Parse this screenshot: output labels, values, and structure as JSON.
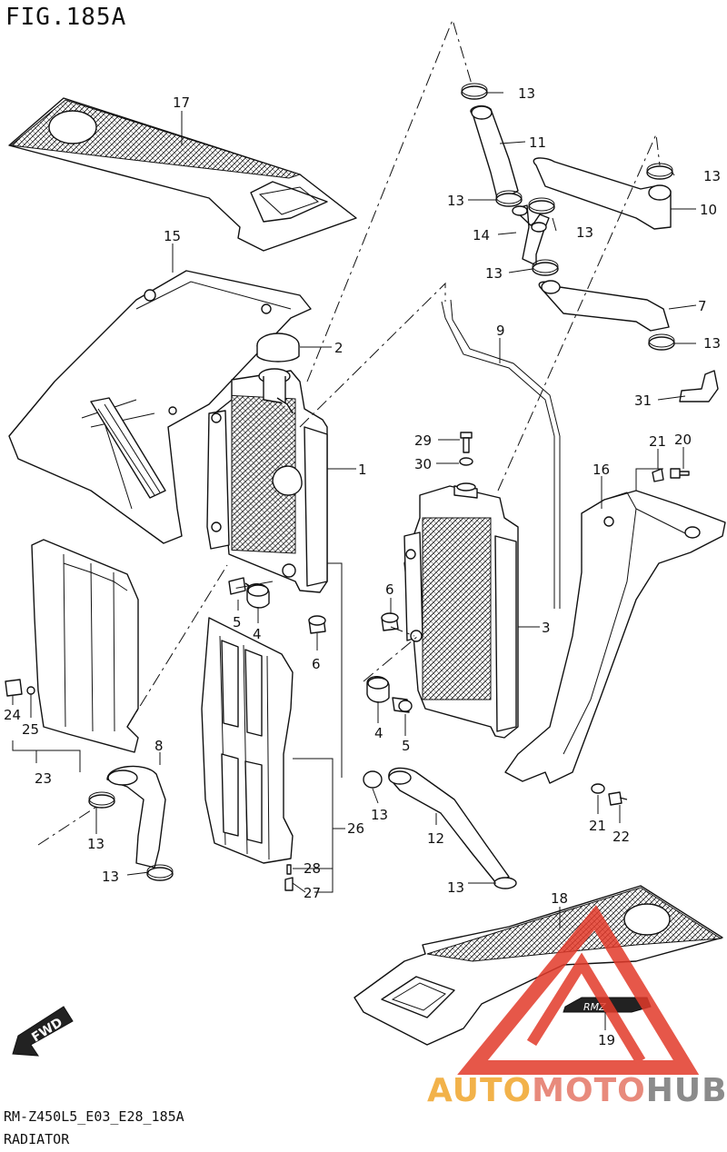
{
  "figure": {
    "title": "FIG.185A",
    "code": "RM-Z450L5_E03_E28_185A",
    "name": "RADIATOR"
  },
  "callouts": [
    {
      "id": "c17",
      "label": "17"
    },
    {
      "id": "c15",
      "label": "15"
    },
    {
      "id": "c2",
      "label": "2"
    },
    {
      "id": "c1",
      "label": "1"
    },
    {
      "id": "c5a",
      "label": "5"
    },
    {
      "id": "c4a",
      "label": "4"
    },
    {
      "id": "c6a",
      "label": "6"
    },
    {
      "id": "c24",
      "label": "24"
    },
    {
      "id": "c25",
      "label": "25"
    },
    {
      "id": "c23",
      "label": "23"
    },
    {
      "id": "c8",
      "label": "8"
    },
    {
      "id": "c13a",
      "label": "13"
    },
    {
      "id": "c13b",
      "label": "13"
    },
    {
      "id": "c26",
      "label": "26"
    },
    {
      "id": "c28",
      "label": "28"
    },
    {
      "id": "c27",
      "label": "27"
    },
    {
      "id": "c13c",
      "label": "13"
    },
    {
      "id": "c11",
      "label": "11"
    },
    {
      "id": "c13d",
      "label": "13"
    },
    {
      "id": "c13e",
      "label": "13"
    },
    {
      "id": "c13f",
      "label": "13"
    },
    {
      "id": "c10",
      "label": "10"
    },
    {
      "id": "c14",
      "label": "14"
    },
    {
      "id": "c13g",
      "label": "13"
    },
    {
      "id": "c13h",
      "label": "13"
    },
    {
      "id": "c7",
      "label": "7"
    },
    {
      "id": "c13i",
      "label": "13"
    },
    {
      "id": "c9",
      "label": "9"
    },
    {
      "id": "c31",
      "label": "31"
    },
    {
      "id": "c29",
      "label": "29"
    },
    {
      "id": "c30",
      "label": "30"
    },
    {
      "id": "c21a",
      "label": "21"
    },
    {
      "id": "c20",
      "label": "20"
    },
    {
      "id": "c16",
      "label": "16"
    },
    {
      "id": "c6b",
      "label": "6"
    },
    {
      "id": "c3",
      "label": "3"
    },
    {
      "id": "c4b",
      "label": "4"
    },
    {
      "id": "c5b",
      "label": "5"
    },
    {
      "id": "c13j",
      "label": "13"
    },
    {
      "id": "c12",
      "label": "12"
    },
    {
      "id": "c13k",
      "label": "13"
    },
    {
      "id": "c21b",
      "label": "21"
    },
    {
      "id": "c22",
      "label": "22"
    },
    {
      "id": "c18",
      "label": "18"
    },
    {
      "id": "c19",
      "label": "19"
    }
  ],
  "badges": {
    "fwd": "FWD",
    "emblem": "RMZ"
  },
  "watermark": {
    "part1": "AUTO",
    "part2": "MOTO",
    "part3": "HUB"
  },
  "colors": {
    "line": "#111111",
    "watermark_red": "#e23a2a",
    "watermark_orange": "#f2b24a",
    "watermark_gray": "#8b8b8b"
  }
}
